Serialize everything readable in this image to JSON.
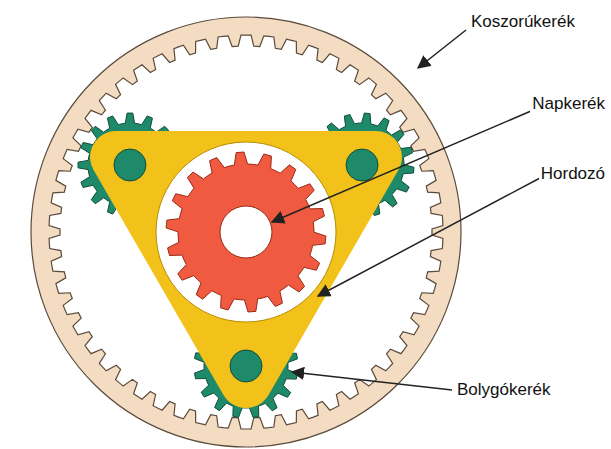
{
  "diagram": {
    "labels": [
      "Koszorúkerék",
      "Napkerék",
      "Hordozó",
      "Bolygókerék"
    ]
  }
}
